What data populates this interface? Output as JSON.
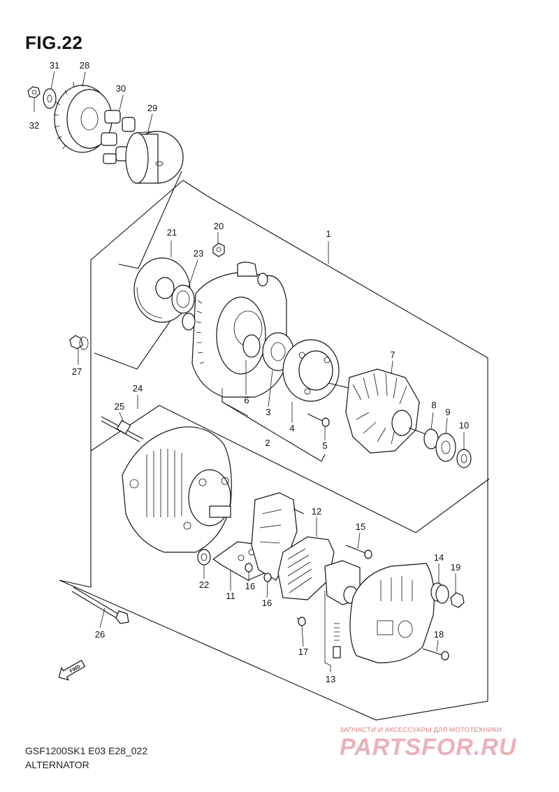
{
  "header": {
    "figure_title": "FIG.22"
  },
  "footer": {
    "model_code": "GSF1200SK1 E03 E28_022",
    "diagram_name": "ALTERNATOR"
  },
  "watermark": {
    "tagline": "ЗАПЧАСТИ И АКСЕССУАРЫ ДЛЯ МОТОТЕХНИКИ",
    "logo_text": "PARTSFOR.RU"
  },
  "fwd_marker": {
    "text": "FWD",
    "icon": "fwd-arrow-icon"
  },
  "callouts": {
    "c1": "1",
    "c2": "2",
    "c3": "3",
    "c4": "4",
    "c5": "5",
    "c6": "6",
    "c7": "7",
    "c8": "8",
    "c9": "9",
    "c10": "10",
    "c11": "11",
    "c12": "12",
    "c13": "13",
    "c14": "14",
    "c15": "15",
    "c16a": "16",
    "c16b": "16",
    "c17": "17",
    "c18": "18",
    "c19": "19",
    "c20": "20",
    "c21": "21",
    "c22": "22",
    "c23": "23",
    "c24": "24",
    "c25": "25",
    "c26": "26",
    "c27": "27",
    "c28": "28",
    "c29": "29",
    "c30": "30",
    "c31": "31",
    "c32": "32"
  },
  "colors": {
    "line": "#111111",
    "watermark_red": "#e07b82",
    "watermark_logo": "#eab2b8"
  }
}
